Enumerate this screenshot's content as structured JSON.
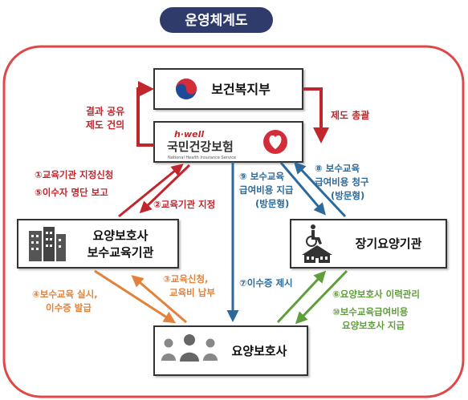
{
  "title": "운영체계도",
  "colors": {
    "title_bg": "#2f3b6b",
    "frame": "#e04848",
    "red": "#c0272d",
    "blue": "#2c6a9c",
    "orange": "#e2823b",
    "green": "#5f9f3b",
    "box_border": "#333333"
  },
  "nodes": {
    "ministry": {
      "name": "보건복지부",
      "icon": "taegeuk-emblem-icon"
    },
    "nhis": {
      "brand": "h·well",
      "name": "국민건강보험",
      "subname": "National Health Insurance Service",
      "icon": "heart-logo-icon"
    },
    "edu_org": {
      "line1": "요양보호사",
      "line2": "보수교육기관",
      "icon": "building-icon"
    },
    "ltc_org": {
      "name": "장기요양기관",
      "icon": "wheelchair-facility-icon"
    },
    "caregiver": {
      "name": "요양보호사",
      "icon": "people-icon"
    }
  },
  "labels": {
    "share": [
      "결과 공유",
      "제도 건의"
    ],
    "manage": "제도 총괄",
    "red_1": "①교육기관 지정신청",
    "red_5": "⑤이수자 명단 보고",
    "red_2": "②교육기관 지정",
    "blue_9": [
      "⑨ 보수교육",
      "급여비용 지급",
      "(방문형)"
    ],
    "blue_8": [
      "⑧ 보수교육",
      "급여비용 청구",
      "(방문형)"
    ],
    "orange_4": [
      "④보수교육 실시,",
      "이수증 발급"
    ],
    "orange_3": [
      "③교육신청,",
      "교육비 납부"
    ],
    "blue_7": "⑦이수증 제시",
    "green_6": "⑥요양보호사 이력관리",
    "green_10": [
      "⑩보수교육급여비용",
      "요양보호사 지급"
    ]
  }
}
